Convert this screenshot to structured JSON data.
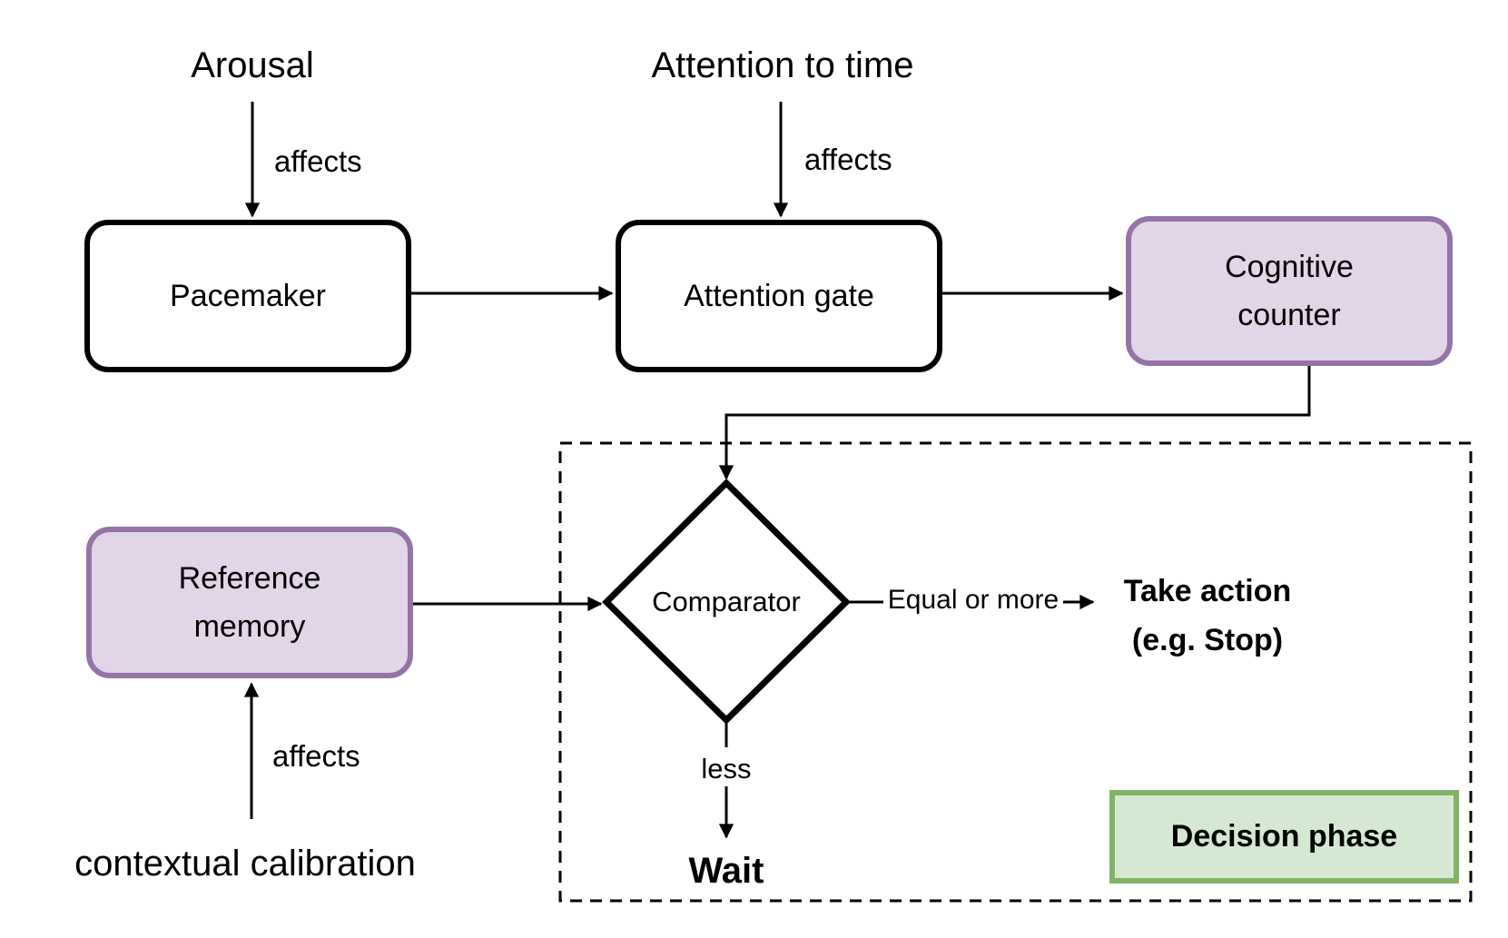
{
  "diagram": {
    "inputs": {
      "arousal": "Arousal",
      "attention_to_time": "Attention to time",
      "contextual_calibration": "contextual calibration"
    },
    "nodes": {
      "pacemaker": "Pacemaker",
      "attention_gate": "Attention gate",
      "cognitive_counter": "Cognitive\ncounter",
      "reference_memory": "Reference\nmemory",
      "comparator": "Comparator"
    },
    "edge_labels": {
      "arousal_affects": "affects",
      "attention_affects": "affects",
      "calibration_affects": "affects",
      "equal_or_more": "Equal or more",
      "less": "less"
    },
    "outcomes": {
      "take_action": "Take action\n(e.g. Stop)",
      "wait": "Wait"
    },
    "regions": {
      "decision_phase": "Decision phase"
    },
    "colors": {
      "memory_fill": "#e1d5e7",
      "memory_stroke": "#9673a6",
      "phase_fill": "#d5e8d4",
      "phase_stroke": "#82b366",
      "line": "#000000",
      "background": "#ffffff"
    }
  }
}
